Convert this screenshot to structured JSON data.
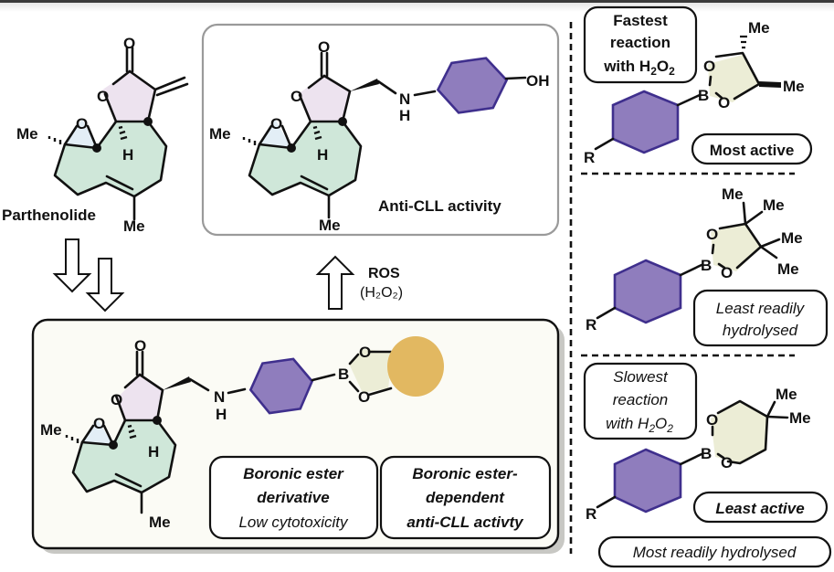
{
  "figure": {
    "parthenolide": {
      "name": "Parthenolide",
      "atoms": {
        "carbonyl_o": "O",
        "ring_o": "O",
        "epoxide_o": "O",
        "me_left": "Me",
        "h": "H",
        "me_bottom": "Me"
      }
    },
    "active_product": {
      "atoms": {
        "carbonyl_o": "O",
        "ring_o": "O",
        "epoxide_o": "O",
        "me_left": "Me",
        "h": "H",
        "me_bottom": "Me",
        "n": "N",
        "nh": "H",
        "oh": "OH"
      },
      "label": "Anti-CLL activity"
    },
    "arrow_up": {
      "reagent": "ROS",
      "reagent_detail": "(H₂O₂)"
    },
    "prodrug": {
      "atoms": {
        "carbonyl_o": "O",
        "ring_o": "O",
        "epoxide_o": "O",
        "me_left": "Me",
        "h": "H",
        "me_bottom": "Me",
        "n": "N",
        "nh": "H",
        "b": "B",
        "o1": "O",
        "o2": "O"
      },
      "box1": {
        "line1": "Boronic ester",
        "line2": "derivative",
        "line3": "Low cytotoxicity"
      },
      "box2": {
        "line1": "Boronic ester-",
        "line2": "dependent",
        "line3": "anti-CLL activty"
      }
    },
    "esters": [
      {
        "atoms": {
          "o1": "O",
          "o2": "O",
          "b": "B",
          "me1": "Me",
          "me2": "Me",
          "r": "R"
        },
        "note": {
          "line1": "Fastest",
          "line2": "reaction",
          "line3": "with H",
          "sub1": "2",
          "mid": "O",
          "sub2": "2"
        },
        "activity": "Most active"
      },
      {
        "atoms": {
          "o1": "O",
          "o2": "O",
          "b": "B",
          "me1": "Me",
          "me2": "Me",
          "me3": "Me",
          "me4": "Me",
          "r": "R"
        },
        "hydrolysis": {
          "line1": "Least readily",
          "line2": "hydrolysed"
        }
      },
      {
        "atoms": {
          "o1": "O",
          "o2": "O",
          "b": "B",
          "me1": "Me",
          "me2": "Me",
          "r": "R"
        },
        "note": {
          "line1": "Slowest",
          "line2": "reaction",
          "line3": "with H",
          "sub1": "2",
          "mid": "O",
          "sub2": "2"
        },
        "activity": "Least active",
        "hydrolysis": "Most readily hydrolysed"
      }
    ],
    "colors": {
      "lactone": "#ede3ef",
      "macrocycle": "#cfe7d9",
      "epoxide": "#e3eef6",
      "aryl": "#8f7dbd",
      "aryl_stroke": "#3f2f8d",
      "dioxaborolane": "#ecedd6",
      "diol_blob": "#e2b861",
      "prodrug_panel": "#fbfbf5"
    }
  }
}
